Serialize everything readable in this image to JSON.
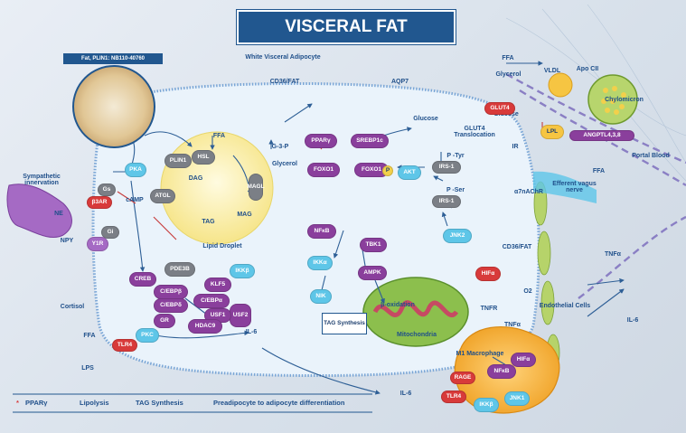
{
  "title": "VISCERAL FAT",
  "micro_label": "Fat, PLIN1: NB110-40760",
  "labels": {
    "white_adipocyte": "White Visceral Adipocyte",
    "cd36_top": "CD36/FAT",
    "aqp7": "AQP7",
    "ffa_top": "FFA",
    "glycerol_top": "Glycerol",
    "vldl": "VLDL",
    "apo_cii": "Apo CII",
    "chylomicron": "Chylomicron",
    "angptl": "ANGPTL4,3,8",
    "lpl": "LPL",
    "glucose_out": "Glucose",
    "glucose_in": "Glucose",
    "glut4": "GLUT4",
    "glut_trans": "GLUT4 Translocation",
    "ir": "IR",
    "portal_blood": "Portal Blood",
    "ffa_right": "FFA",
    "a7nachr": "α7nAChR",
    "efferent": "Efferent vagus nerve",
    "sympathetic": "Sympathetic innervation",
    "ne": "NE",
    "npy": "NPY",
    "b3ar": "β3AR",
    "gs": "Gs",
    "gi": "Gi",
    "y1r": "Y1R",
    "camp": "cAMP",
    "pka": "PKA",
    "plin1": "PLIN1",
    "hsl": "HSL",
    "ffa_in": "FFA",
    "atgl": "ATGL",
    "dag": "DAG",
    "tag": "TAG",
    "mag": "MAG",
    "magl": "MAGL",
    "lipid_droplet": "Lipid Droplet",
    "g3p": "G-3-P",
    "glycerol_in": "Glycerol",
    "ppary": "PPARγ",
    "srebp1c": "SREBP1c",
    "foxo1a": "FOXO1",
    "foxo1b": "FOXO1",
    "p1": "P",
    "akt": "AKT",
    "ptyr": "P -Tyr",
    "irs1a": "IRS-1",
    "pser": "P -Ser",
    "irs1b": "IRS-1",
    "pde3b": "PDE3B",
    "ikkb1": "IKKβ",
    "nfkb": "NFκB",
    "tbk1": "TBK1",
    "ikka": "IKKα",
    "ampk": "AMPK",
    "nik": "NIK",
    "tag_synth": "TAG Synthesis",
    "beta_ox": "β-oxidation",
    "mitochondria": "Mitochondria",
    "jnk2": "JNK2",
    "hif_a": "HIFα",
    "o2": "O2",
    "cd36_right": "CD36/FAT",
    "tnfa_right": "TNFα",
    "il6_right": "IL-6",
    "endothelial": "Endothelial Cells",
    "creb": "CREB",
    "cebpb": "C/EBPβ",
    "cebpd": "C/EBPδ",
    "klf5": "KLF5",
    "cebpa": "C/EBPα",
    "usf2": "USF2",
    "usf1": "USF1",
    "hdac9": "HDAC9",
    "gr": "GR",
    "cortisol": "Cortisol",
    "pkc": "PKC",
    "il6_in": "IL-6",
    "ffa_left": "FFA",
    "tlr4_left": "TLR4",
    "lps": "LPS",
    "il6_bottom": "IL-6",
    "tnfr": "TNFR",
    "tnfa_mac": "TNFα",
    "m1_macrophage": "M1 Macrophage",
    "hif_mac": "HIFα",
    "nfkb_mac": "NFκB",
    "rage": "RAGE",
    "tlr4_mac": "TLR4",
    "ikkb_mac": "IKKβ",
    "jnk1": "JNK1"
  },
  "legend": {
    "star": "*",
    "ppary": "PPARγ",
    "lipolysis": "Lipolysis",
    "tag_synthesis": "TAG Synthesis",
    "preadipocyte": "Preadipocyte to adipocyte differentiation"
  },
  "colors": {
    "title_bg": "#21578f",
    "cell_fill": "#eaf3fb",
    "membrane": "#7aa6d6",
    "lipid": "#fff6b3",
    "purple": "#8a3f9c",
    "cyan": "#5ec6e8",
    "gray": "#7b7f86",
    "red": "#d83a3a",
    "mito": "#8cbf4d",
    "macrophage": "#f4b63a"
  }
}
